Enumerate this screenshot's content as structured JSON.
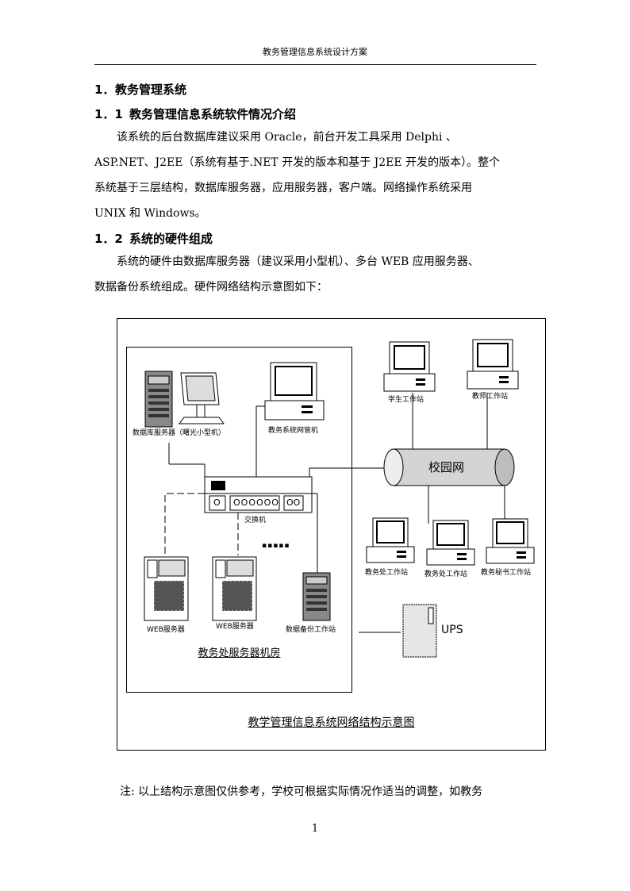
{
  "header": {
    "title": "教务管理信息系统设计方案"
  },
  "section1": {
    "num": "1．",
    "title": "教务管理系统"
  },
  "section1_1": {
    "num": "1．1",
    "title": "教务管理信息系统软件情况介绍"
  },
  "para1": {
    "line1": "该系统的后台数据库建议采用 Oracle，前台开发工具采用 Delphi 、",
    "line2": "ASP.NET、J2EE（系统有基于.NET 开发的版本和基于 J2EE 开发的版本）。整个",
    "line3": "系统基于三层结构，数据库服务器，应用服务器，客户端。网络操作系统采用",
    "line4": "UNIX 和 Windows。"
  },
  "section1_2": {
    "num": "1．2",
    "title": "系统的硬件组成"
  },
  "para2": {
    "line1": "系统的硬件由数据库服务器（建议采用小型机）、多台 WEB 应用服务器、",
    "line2": "数据备份系统组成。硬件网络结构示意图如下："
  },
  "diagram": {
    "db_server": "数据库服务器（曙光小型机）",
    "admin_pc": "教务系统网管机",
    "student_ws": "学生工作站",
    "teacher_ws": "教师工作站",
    "campus_net": "校园网",
    "switch": "交换机",
    "switch_ports": "OOOOOO",
    "switch_port_single": "O",
    "switch_port_pair": "OO",
    "ellipsis": "▪▪▪▪▪",
    "web_server_1": "WEB服务器",
    "web_server_2": "WEB服务器",
    "backup_ws": "数据备份工作站",
    "office_ws_1": "教务处工作站",
    "office_ws_2": "教务处工作站",
    "secretary_ws": "教务秘书工作站",
    "ups": "UPS",
    "room_title": "教务处服务器机房",
    "caption": "教学管理信息系统网络结构示意图"
  },
  "note": "注: 以上结构示意图仅供参考，学校可根据实际情况作适当的调整，如教务",
  "page_number": "1"
}
